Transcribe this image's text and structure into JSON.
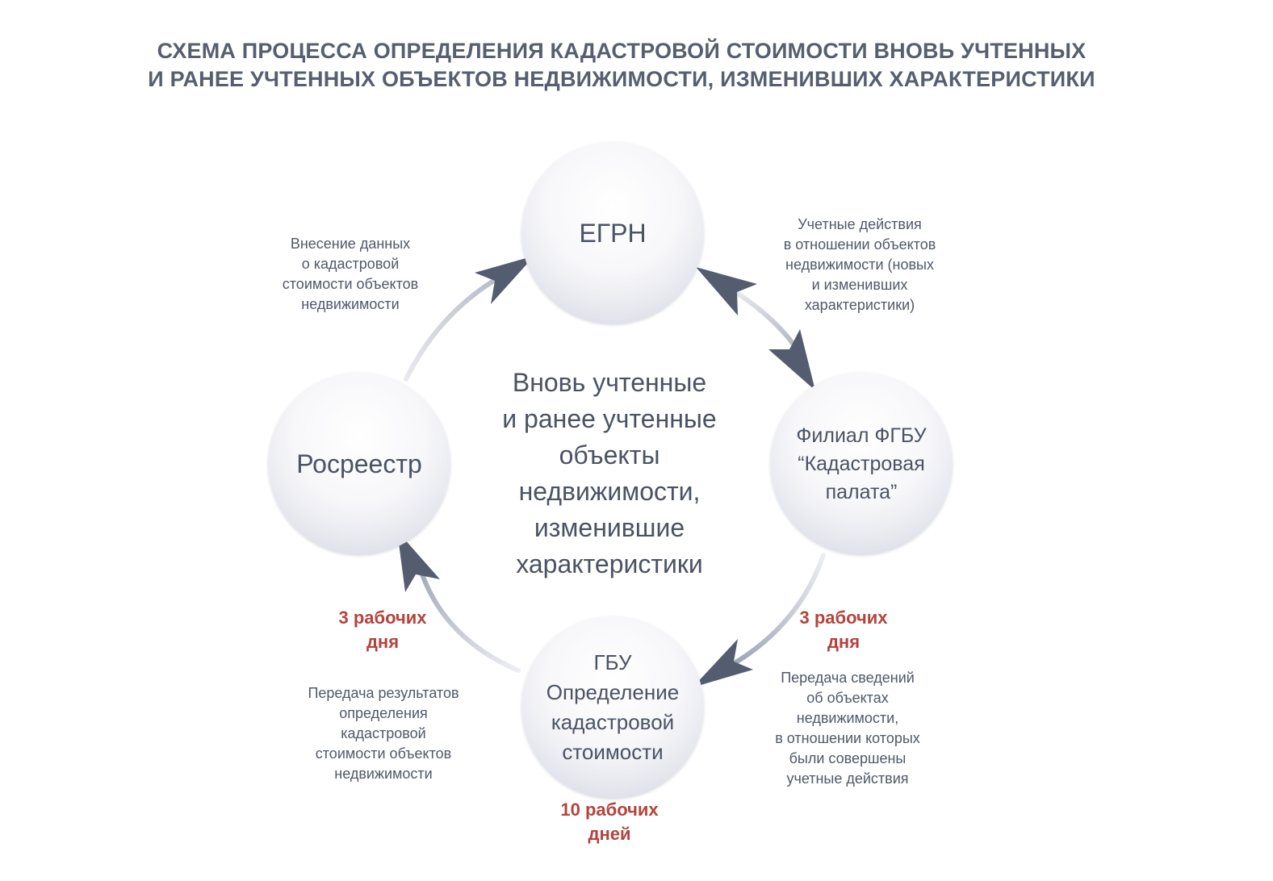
{
  "title": {
    "line1": "СХЕМА ПРОЦЕССА ОПРЕДЕЛЕНИЯ КАДАСТРОВОЙ СТОИМОСТИ ВНОВЬ УЧТЕННЫХ",
    "line2": "И РАНЕЕ УЧТЕННЫХ ОБЪЕКТОВ НЕДВИЖИМОСТИ, ИЗМЕНИВШИХ ХАРАКТЕРИСТИКИ"
  },
  "nodes": {
    "egrn": "ЕГРН",
    "rosreestr": "Росреестр",
    "filial": [
      "Филиал ФГБУ",
      "“Кадастровая",
      "палата”"
    ],
    "gbu": [
      "ГБУ",
      "Определение",
      "кадастровой",
      "стоимости"
    ]
  },
  "center": [
    "Вновь учтенные",
    "и ранее учтенные",
    "объекты",
    "недвижимости,",
    "изменившие",
    "характеристики"
  ],
  "notes": {
    "top_left": [
      "Внесение данных",
      "о кадастровой",
      "стоимости объектов",
      "недвижимости"
    ],
    "top_right": [
      "Учетные действия",
      "в отношении объектов",
      "недвижимости (новых",
      "и изменивших",
      "характеристики)"
    ],
    "bottom_right": [
      "Передача сведений",
      "об объектах",
      "недвижимости,",
      "в отношении которых",
      "были совершены",
      "учетные действия"
    ],
    "bottom_left": [
      "Передача результатов",
      "определения",
      "кадастровой",
      "стоимости объектов",
      "недвижимости"
    ]
  },
  "days": {
    "left": [
      "3 рабочих",
      "дня"
    ],
    "right": [
      "3 рабочих",
      "дня"
    ],
    "bottom": [
      "10 рабочих",
      "дней"
    ]
  },
  "colors": {
    "arrow": "#545c70",
    "days_text": "#b3443c",
    "title_text": "#565e70"
  }
}
